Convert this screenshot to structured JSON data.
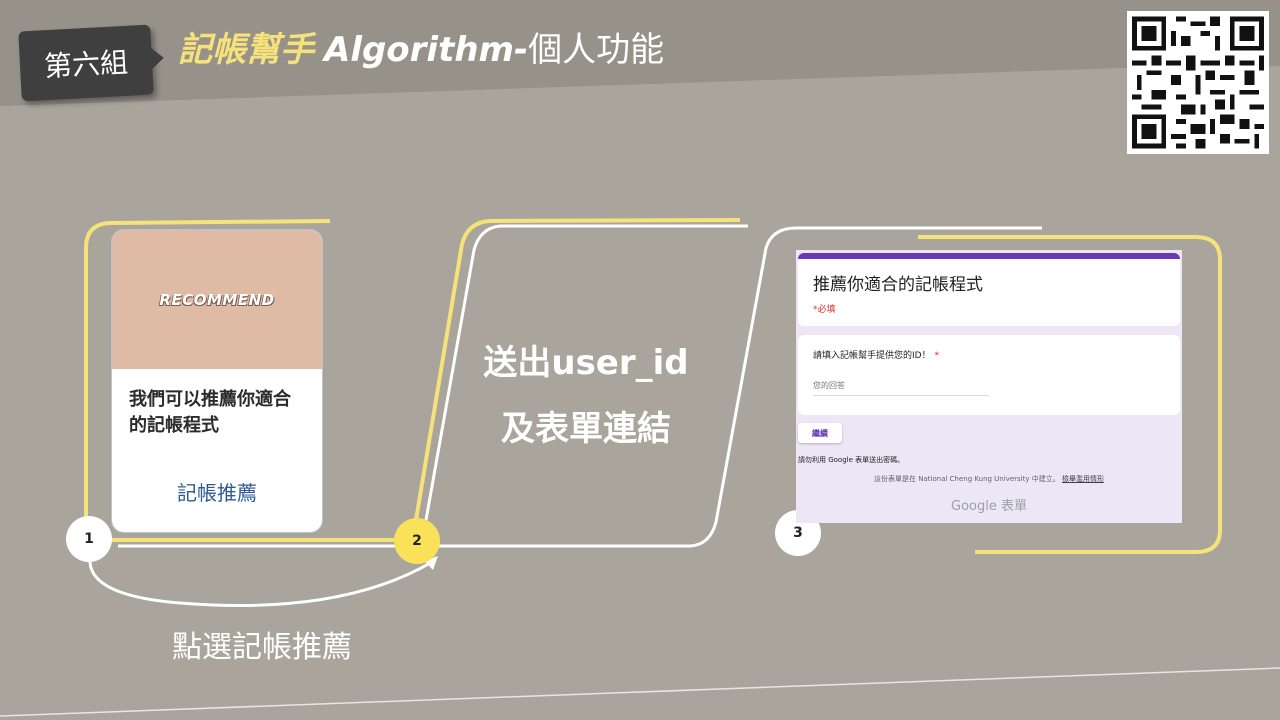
{
  "header": {
    "group_badge": "第六組",
    "title_highlight": "記帳幫手",
    "title_algorithm": "Algorithm-",
    "title_suffix": "個人功能"
  },
  "qr_code": {
    "icon": "qr-code-icon"
  },
  "step1": {
    "number": "1",
    "card_banner": "RECOMMEND",
    "card_text": "我們可以推薦你適合的記帳程式",
    "card_link": "記帳推薦",
    "caption": "點選記帳推薦"
  },
  "step2": {
    "number": "2",
    "line1": "送出user_id",
    "line2": "及表單連結"
  },
  "step3": {
    "number": "3",
    "form": {
      "title": "推薦你適合的記帳程式",
      "required_note": "*必填",
      "question": "請填入記帳幫手提供您的ID！",
      "required_star": "*",
      "placeholder": "您的回答",
      "next_button": "繼續",
      "password_note": "請勿利用 Google 表單送出密碼。",
      "footer_text": "這份表單是在 National Cheng Kung University 中建立。",
      "footer_link": "檢舉濫用情形",
      "brand": "Google 表單",
      "accent_color": "#673ab7"
    }
  },
  "colors": {
    "background": "#9a968c",
    "accent_yellow": "#f5e27a",
    "step2_yellow": "#f9e25a"
  }
}
